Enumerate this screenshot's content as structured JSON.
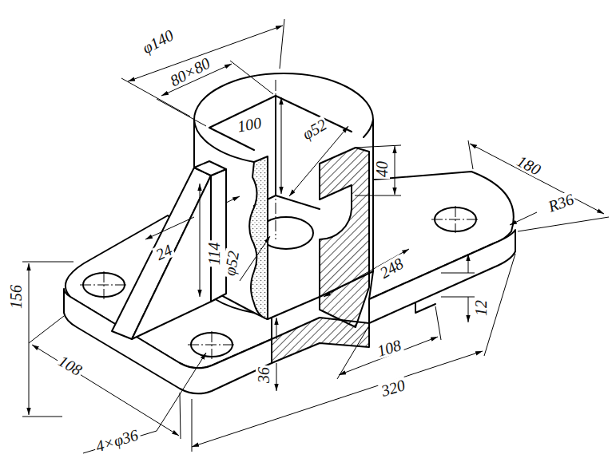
{
  "diagram": {
    "labels": [
      "φ140",
      "80×80",
      "100",
      "φ52",
      "180",
      "40",
      "R36",
      "24",
      "114",
      "φ52",
      "248",
      "156",
      "12",
      "108",
      "108",
      "36",
      "320",
      "4×φ36"
    ]
  }
}
